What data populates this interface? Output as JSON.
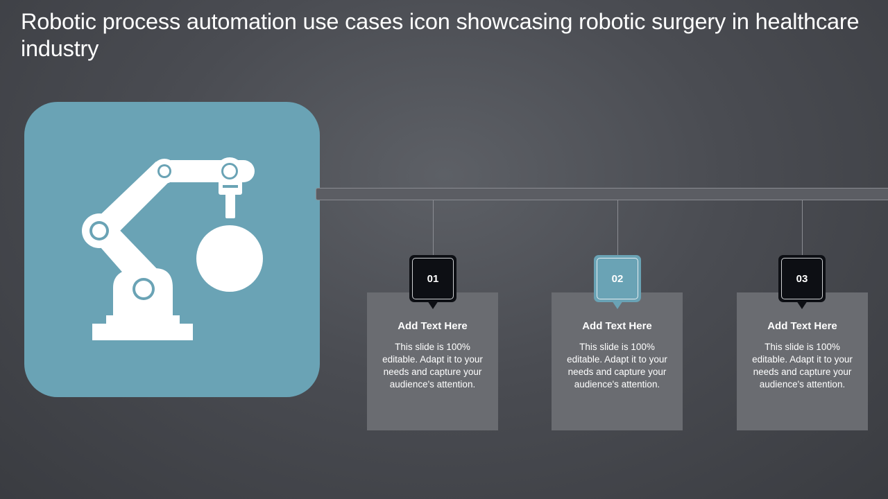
{
  "slide": {
    "title": "Robotic process automation use cases icon showcasing robotic surgery in healthcare industry"
  },
  "icon": {
    "name": "robotic-arm-icon",
    "background": "#6aa3b5"
  },
  "steps": [
    {
      "number": "01",
      "heading": "Add Text Here",
      "body": "This slide is 100% editable. Adapt it to your needs and capture your audience's attention.",
      "badge_color": "#0d0f14"
    },
    {
      "number": "02",
      "heading": "Add Text Here",
      "body": "This slide is 100% editable. Adapt it to your needs and capture your audience's attention.",
      "badge_color": "#6aa3b5"
    },
    {
      "number": "03",
      "heading": "Add Text Here",
      "body": "This slide is 100% editable. Adapt it to your needs and capture your audience's attention.",
      "badge_color": "#0d0f14"
    }
  ]
}
